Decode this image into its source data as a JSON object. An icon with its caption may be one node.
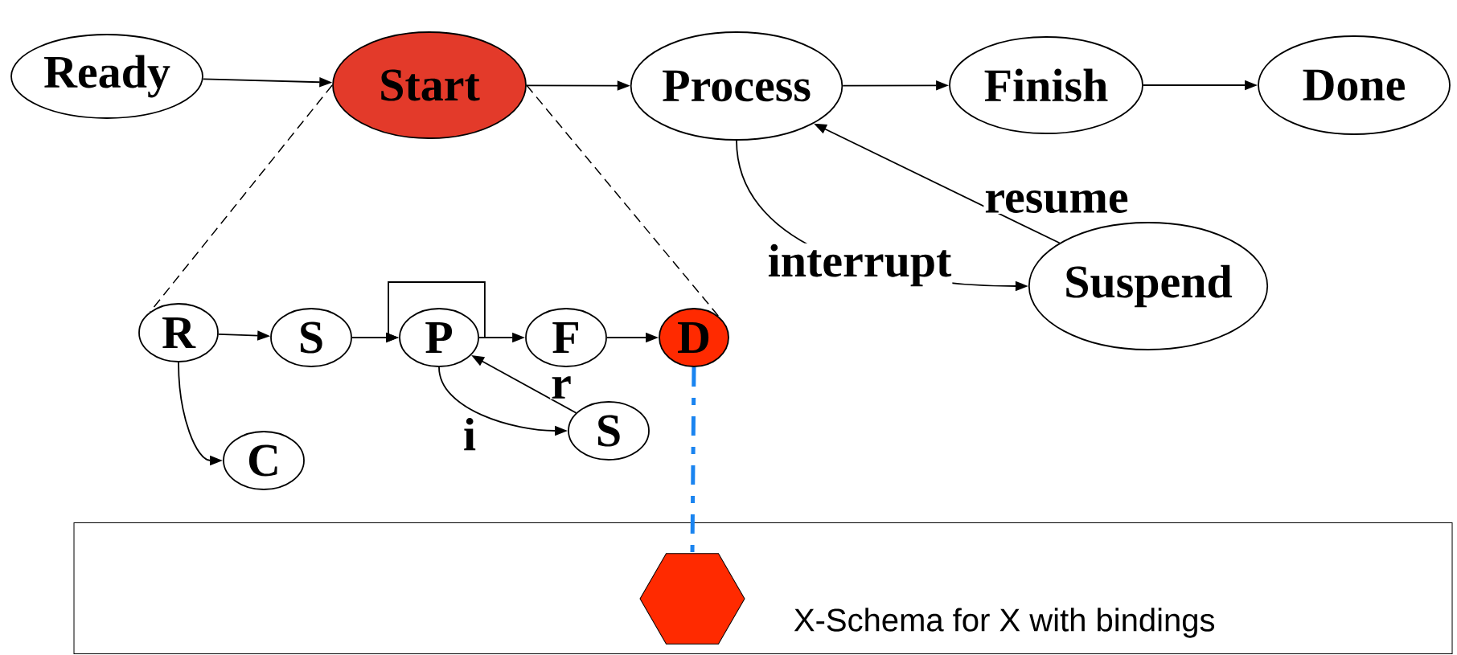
{
  "diagram": {
    "nodes": [
      {
        "text": [
          "Ready"
        ]
      },
      {
        "text": [
          "Start"
        ]
      },
      {
        "text": [
          "Process"
        ]
      },
      {
        "text": [
          "Finish"
        ]
      },
      {
        "text": [
          "Done"
        ]
      },
      {
        "text": [
          "Suspend"
        ]
      },
      {
        "text": [
          "R"
        ]
      },
      {
        "text": [
          "S"
        ]
      },
      {
        "text": [
          "P"
        ]
      },
      {
        "text": [
          "F"
        ]
      },
      {
        "text": [
          "D"
        ]
      },
      {
        "text": [
          "S"
        ]
      },
      {
        "text": [
          "C"
        ]
      },
      {
        "text": [
          "X-Schema for X with bindings"
        ]
      },
      {
        "text": [],
        "shape": "hexagon",
        "in": 13
      }
    ],
    "edges": [
      {
        "from": 0,
        "to": 1,
        "arrow": "to"
      },
      {
        "from": 1,
        "to": 2,
        "arrow": "to"
      },
      {
        "from": 2,
        "to": 3,
        "arrow": "to"
      },
      {
        "from": 3,
        "to": 4,
        "arrow": "to"
      },
      {
        "from": 2,
        "to": 5,
        "arrow": "to",
        "label": "interrupt"
      },
      {
        "from": 5,
        "to": 2,
        "arrow": "to",
        "label": "resume"
      },
      {
        "from": 1,
        "to": 6,
        "arrow": "none",
        "style": "dashed"
      },
      {
        "from": 1,
        "to": 10,
        "arrow": "none",
        "style": "dashed"
      },
      {
        "from": 6,
        "to": 7,
        "arrow": "to"
      },
      {
        "from": 7,
        "to": 8,
        "arrow": "to"
      },
      {
        "from": 8,
        "to": 8,
        "arrow": "to"
      },
      {
        "from": 8,
        "to": 9,
        "arrow": "to"
      },
      {
        "from": 9,
        "to": 10,
        "arrow": "to"
      },
      {
        "from": 6,
        "to": 12,
        "arrow": "to"
      },
      {
        "from": 8,
        "to": 11,
        "arrow": "to",
        "label": "i"
      },
      {
        "from": 11,
        "to": 8,
        "arrow": "to",
        "label": "r"
      },
      {
        "from": 10,
        "to": 14,
        "arrow": "none",
        "style": "dashed",
        "color": "#1a84f0"
      }
    ]
  }
}
